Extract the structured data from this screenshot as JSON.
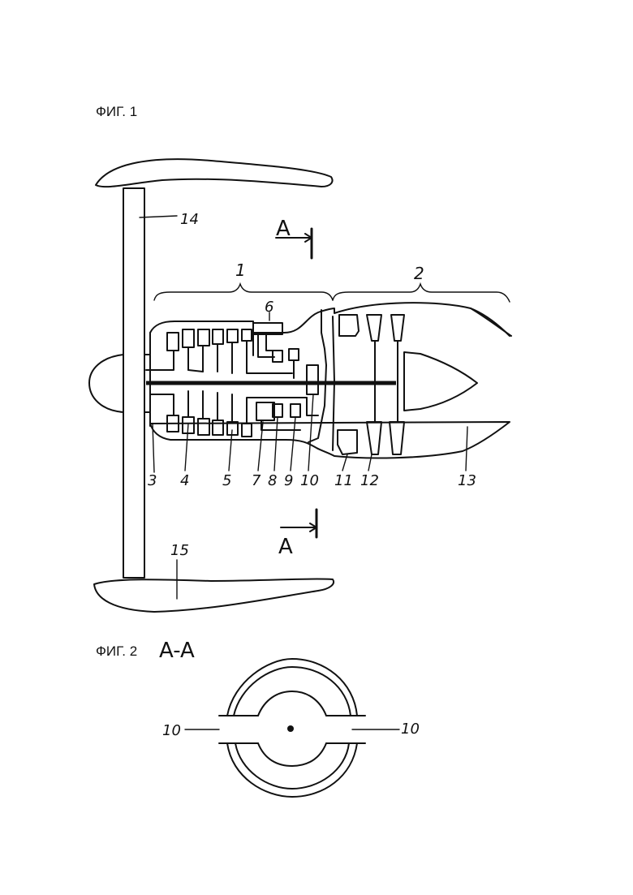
{
  "fig1": {
    "title": "ФИГ. 1",
    "section_marker": "A",
    "group_labels": {
      "compressor": "1",
      "turbine": "2"
    },
    "labels": {
      "l3": "3",
      "l4": "4",
      "l5": "5",
      "l6": "6",
      "l7": "7",
      "l8": "8",
      "l9": "9",
      "l10": "10",
      "l11": "11",
      "l12": "12",
      "l13": "13",
      "l14": "14",
      "l15": "15"
    }
  },
  "fig2": {
    "title_prefix": "ФИГ. 2",
    "title_section": "A-A",
    "labels": {
      "left": "10",
      "right": "10"
    }
  }
}
